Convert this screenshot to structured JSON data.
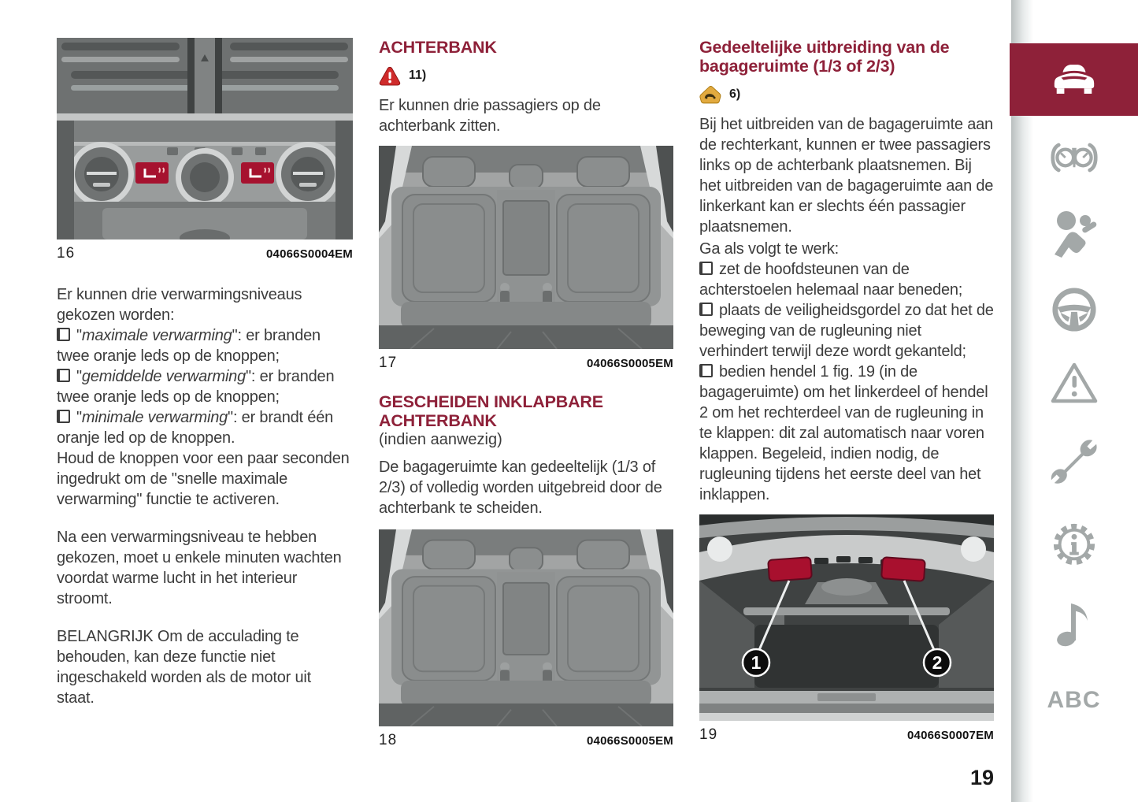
{
  "page_number": "19",
  "left_column": {
    "figure": {
      "number": "16",
      "code": "04066S0004EM"
    },
    "intro": "Er kunnen drie verwarmingsniveaus gekozen worden:",
    "bullets": [
      {
        "pre": "\"",
        "italic": "maximale verwarming",
        "post": "\": er branden twee oranje leds op de knoppen;"
      },
      {
        "pre": "\"",
        "italic": "gemiddelde verwarming",
        "post": "\": er branden twee oranje leds op de knoppen;"
      },
      {
        "pre": "\"",
        "italic": "minimale verwarming",
        "post": "\": er brandt één oranje led op de knoppen."
      }
    ],
    "para_hold": "Houd de knoppen voor een paar seconden ingedrukt om de \"snelle maximale verwarming\" functie te activeren.",
    "para_wait": "Na een verwarmingsniveau te hebben gekozen, moet u enkele minuten wachten voordat warme lucht in het interieur stroomt.",
    "para_important": "BELANGRIJK Om de acculading te behouden, kan deze functie niet ingeschakeld worden als de motor uit staat."
  },
  "middle_column": {
    "heading_rear_seat": "ACHTERBANK",
    "warning_ref": "11)",
    "para_passengers": "Er kunnen drie passagiers op de achterbank zitten.",
    "figure_17": {
      "number": "17",
      "code": "04066S0005EM"
    },
    "heading_split": "GESCHEIDEN INKLAPBARE ACHTERBANK",
    "subheading": "(indien aanwezig)",
    "para_split": "De bagageruimte kan gedeeltelijk (1/3 of 2/3) of volledig worden uitgebreid door de achterbank te scheiden.",
    "figure_18": {
      "number": "18",
      "code": "04066S0005EM"
    }
  },
  "right_column": {
    "heading": "Gedeeltelijke uitbreiding van de bagageruimte (1/3 of 2/3)",
    "caution_ref": "6)",
    "para_intro": "Bij het uitbreiden van de bagageruimte aan de rechterkant, kunnen er twee passagiers links op de achterbank plaatsnemen. Bij het uitbreiden van de bagageruimte aan de linkerkant kan er slechts één passagier plaatsnemen.",
    "para_proceed": "Ga als volgt te werk:",
    "bullets": [
      "zet de hoofdsteunen van de achterstoelen helemaal naar beneden;",
      "plaats de veiligheidsgordel zo dat het de beweging van de rugleuning niet verhindert terwijl deze wordt gekanteld;",
      "bedien hendel 1 fig. 19 (in de bagageruimte) om het linkerdeel of hendel 2 om het rechterdeel van de rugleuning in te klappen: dit zal automatisch naar voren klappen. Begeleid, indien nodig, de rugleuning tijdens het eerste deel van het inklappen."
    ],
    "figure_19": {
      "number": "19",
      "code": "04066S0007EM",
      "callout_1": "1",
      "callout_2": "2"
    }
  },
  "sidebar": {
    "index_label": "ABC",
    "colors": {
      "accent": "#8e2139",
      "icon_gray": "#a3a8a8"
    }
  }
}
